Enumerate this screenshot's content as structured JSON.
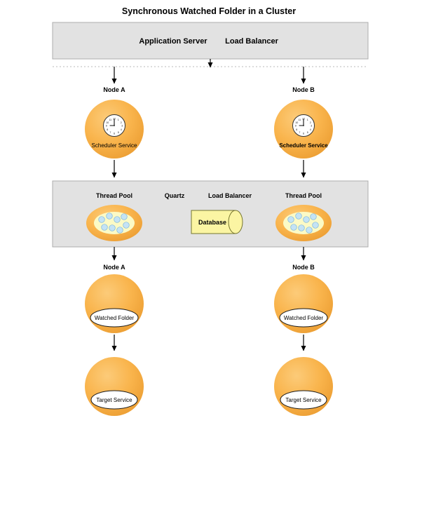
{
  "title": "Synchronous Watched Folder in a Cluster",
  "application_server_box": {
    "application_server_label": "Application Server",
    "load_balancer_label": "Load Balancer"
  },
  "scheduler_row": {
    "node_a_label": "Node A",
    "node_b_label": "Node B",
    "scheduler_service_a_label": "Scheduler Service",
    "scheduler_service_b_label": "Scheduler Service"
  },
  "quartz_band": {
    "thread_pool_a_label": "Thread Pool",
    "thread_pool_b_label": "Thread Pool",
    "quartz_label": "Quartz",
    "load_balancer_label": "Load Balancer",
    "database_label": "Database"
  },
  "watched_folder_row": {
    "node_a_label": "Node A",
    "node_b_label": "Node B",
    "watched_folder_a_label": "Watched Folder",
    "watched_folder_b_label": "Watched Folder"
  },
  "target_row": {
    "target_service_a_label": "Target Service",
    "target_service_b_label": "Target Service"
  },
  "icons": {
    "clock_numerals": [
      "12",
      "1",
      "2",
      "3",
      "4",
      "5",
      "6",
      "7",
      "8",
      "9",
      "10",
      "11"
    ]
  },
  "colors": {
    "node_orange": "#F9B44C",
    "panel_gray": "#E2E2E2",
    "database_yellow": "#FBF5A3",
    "pool_fill": "#FBFAC6",
    "pool_dot_fill": "#C4E3F5"
  }
}
